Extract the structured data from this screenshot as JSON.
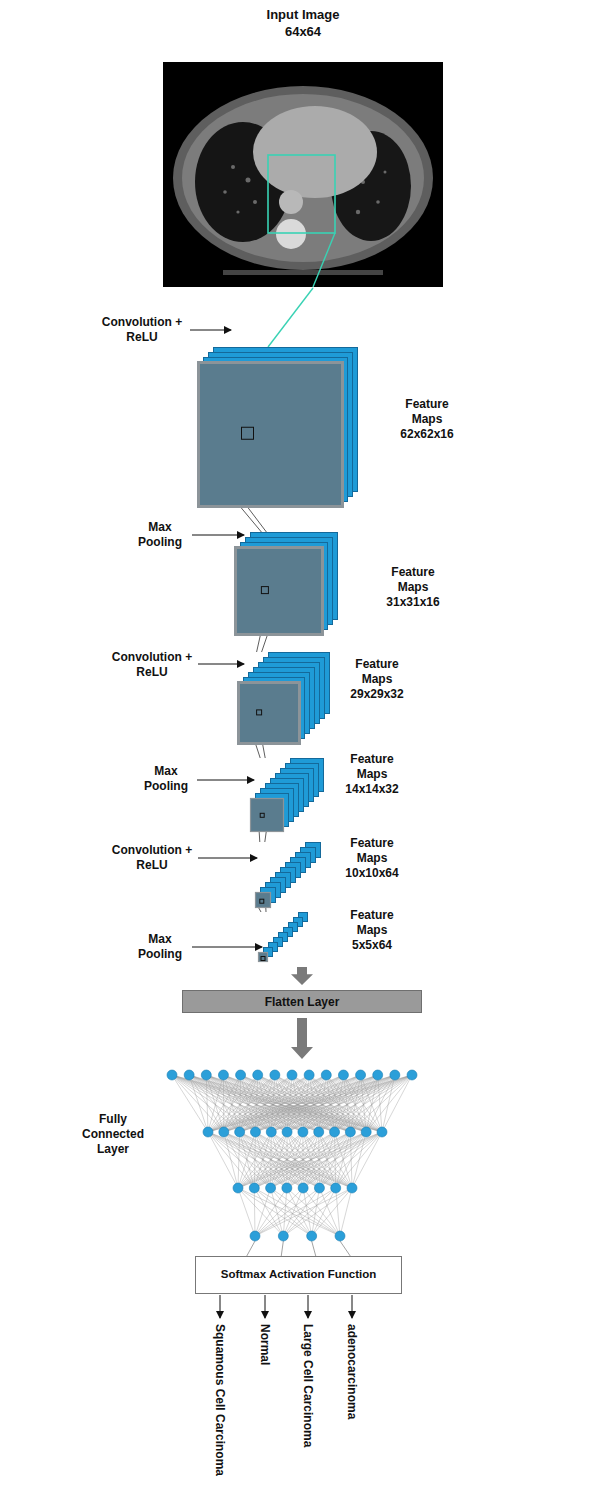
{
  "diagram": {
    "nodes": [
      {
        "text": [
          "Input Image 64x64"
        ]
      },
      {
        "text": [
          "Feature Maps 62x62x16"
        ]
      },
      {
        "text": [
          "Feature Maps 31x31x16"
        ]
      },
      {
        "text": [
          "Feature Maps 29x29x32"
        ]
      },
      {
        "text": [
          "Feature Maps 14x14x32"
        ]
      },
      {
        "text": [
          "Feature Maps 10x10x64"
        ]
      },
      {
        "text": [
          "Feature Maps 5x5x64"
        ]
      },
      {
        "text": [
          "Flatten Layer"
        ]
      },
      {
        "text": [
          "Fully Connected Layer"
        ]
      },
      {
        "text": [
          "Softmax Activation Function"
        ]
      }
    ],
    "edges": [
      {
        "from": 0,
        "to": 1,
        "arrow": "none"
      },
      {
        "from": 1,
        "to": 2,
        "arrow": "none"
      },
      {
        "from": 2,
        "to": 3,
        "arrow": "none"
      },
      {
        "from": 3,
        "to": 4,
        "arrow": "none"
      },
      {
        "from": 4,
        "to": 5,
        "arrow": "none"
      },
      {
        "from": 5,
        "to": 6,
        "arrow": "none"
      },
      {
        "from": 6,
        "to": 7,
        "arrow": "to"
      },
      {
        "from": 7,
        "to": 8,
        "arrow": "to"
      },
      {
        "from": 8,
        "to": 9,
        "arrow": "none"
      }
    ],
    "labels": [
      "Convolution + ReLU",
      "Max Pooling",
      "Convolution + ReLU",
      "Max Pooling",
      "Convolution + ReLU",
      "Max Pooling",
      "Squamous Cell Carcinoma",
      "Normal",
      "Large Cell Carcinoma",
      "adenocarcinoma"
    ]
  }
}
